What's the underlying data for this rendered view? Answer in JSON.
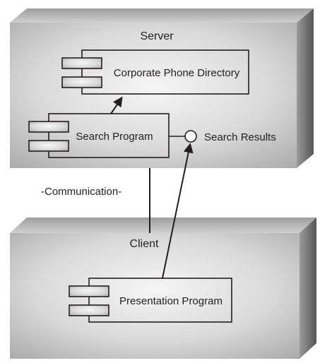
{
  "nodes": {
    "server": {
      "label": "Server"
    },
    "client": {
      "label": "Client"
    }
  },
  "components": {
    "directory": {
      "label": "Corporate Phone Directory"
    },
    "search": {
      "label": "Search Program"
    },
    "presentation": {
      "label": "Presentation Program"
    }
  },
  "interface": {
    "label": "Search Results"
  },
  "link": {
    "label": "-Communication-"
  },
  "colors": {
    "stroke": "#231f20",
    "node_light": "#f4f4f4",
    "node_mid": "#b8b8b8",
    "node_side": "#7a7a7a"
  }
}
